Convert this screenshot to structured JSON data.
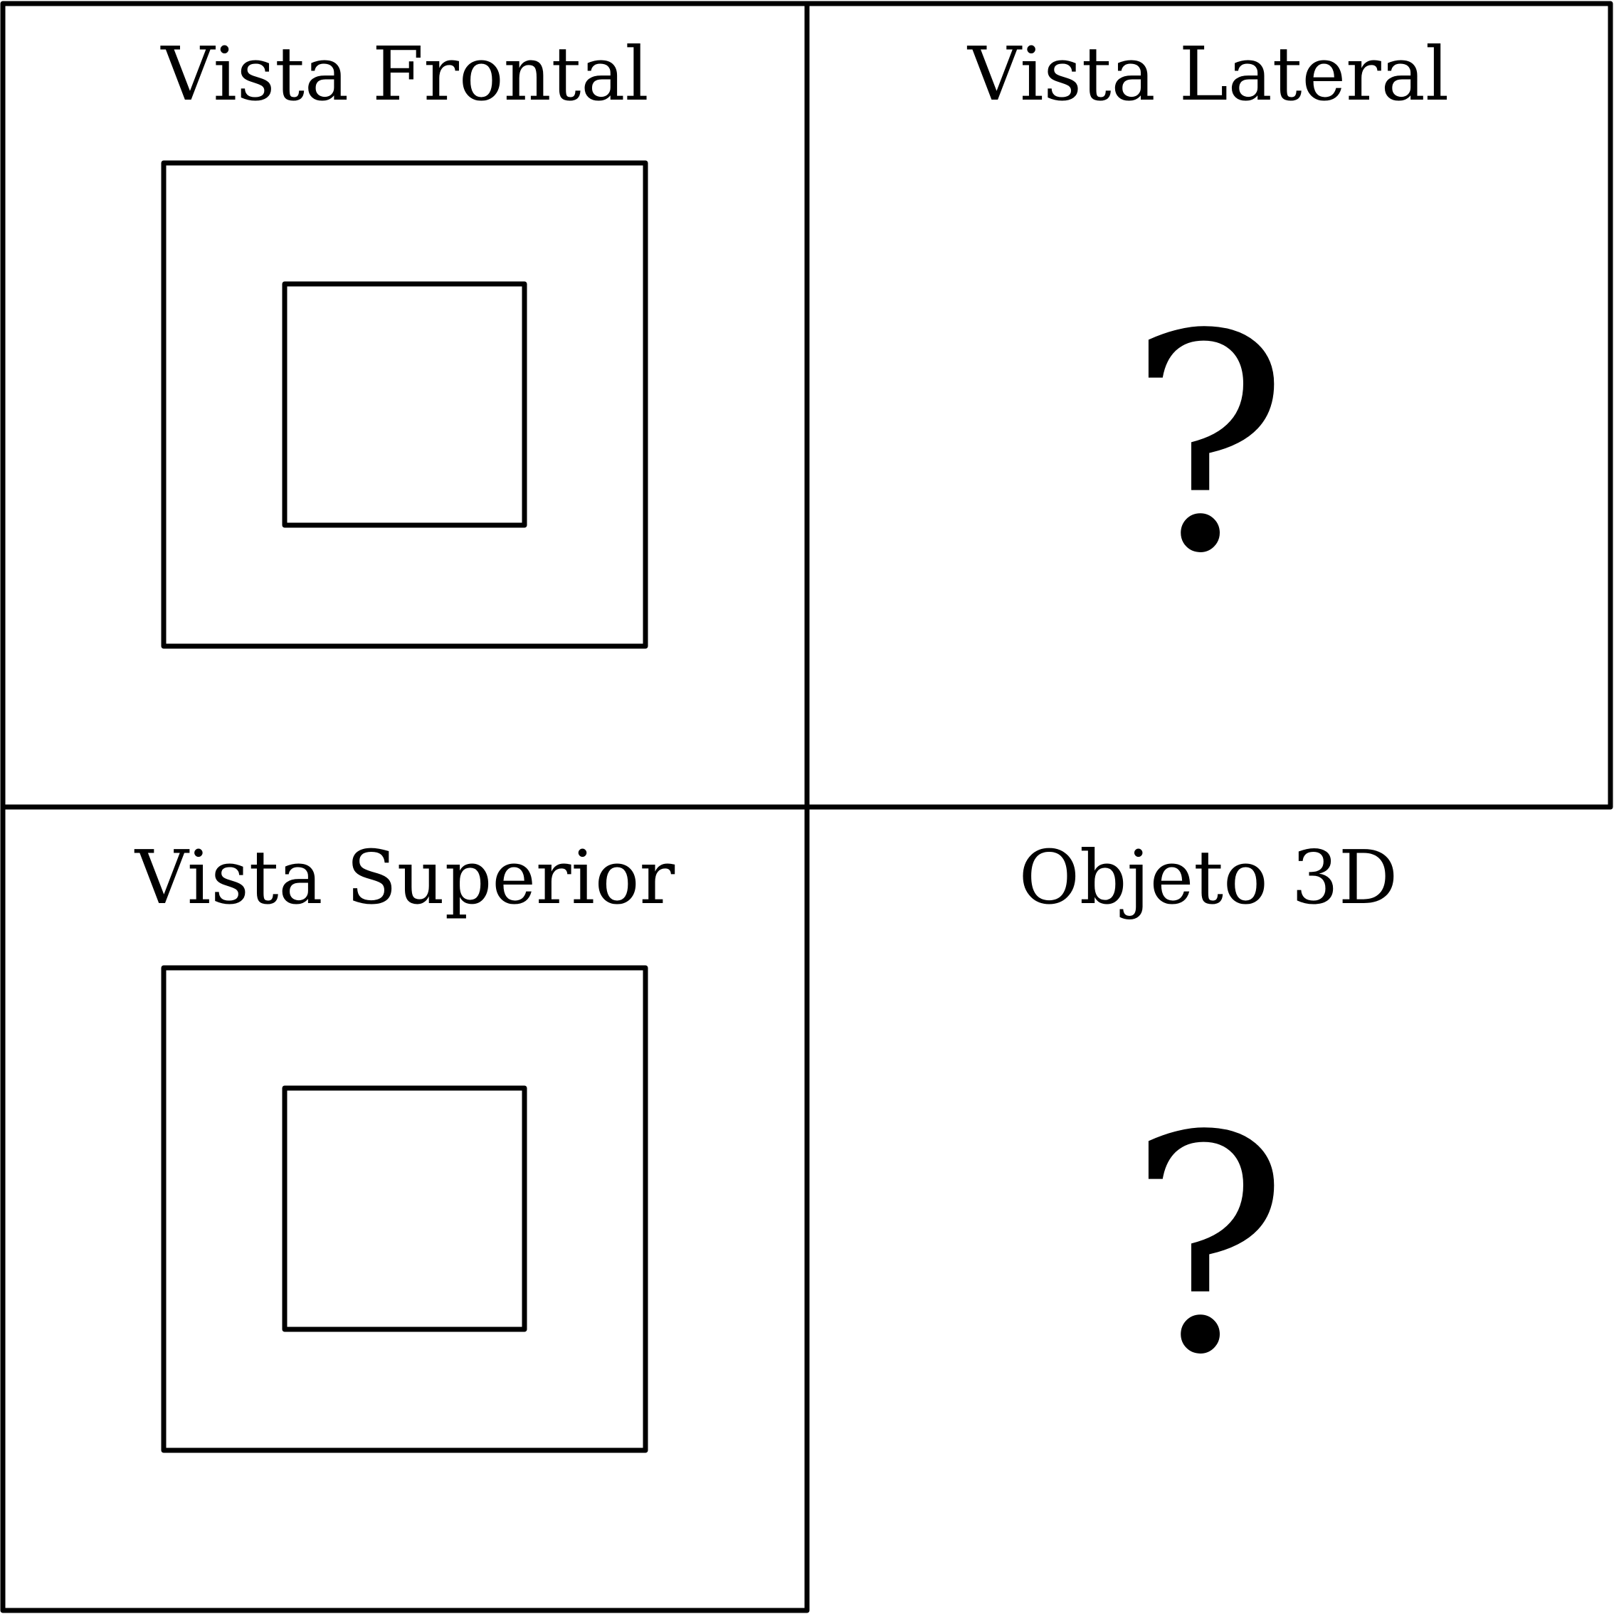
{
  "colors": {
    "line": "#000000",
    "background": "#ffffff"
  },
  "panels": {
    "front": {
      "title": "Vista Frontal"
    },
    "side": {
      "title": "Vista Lateral",
      "symbol": "?"
    },
    "top": {
      "title": "Vista Superior"
    },
    "object3d": {
      "title": "Objeto 3D",
      "symbol": "?"
    }
  }
}
